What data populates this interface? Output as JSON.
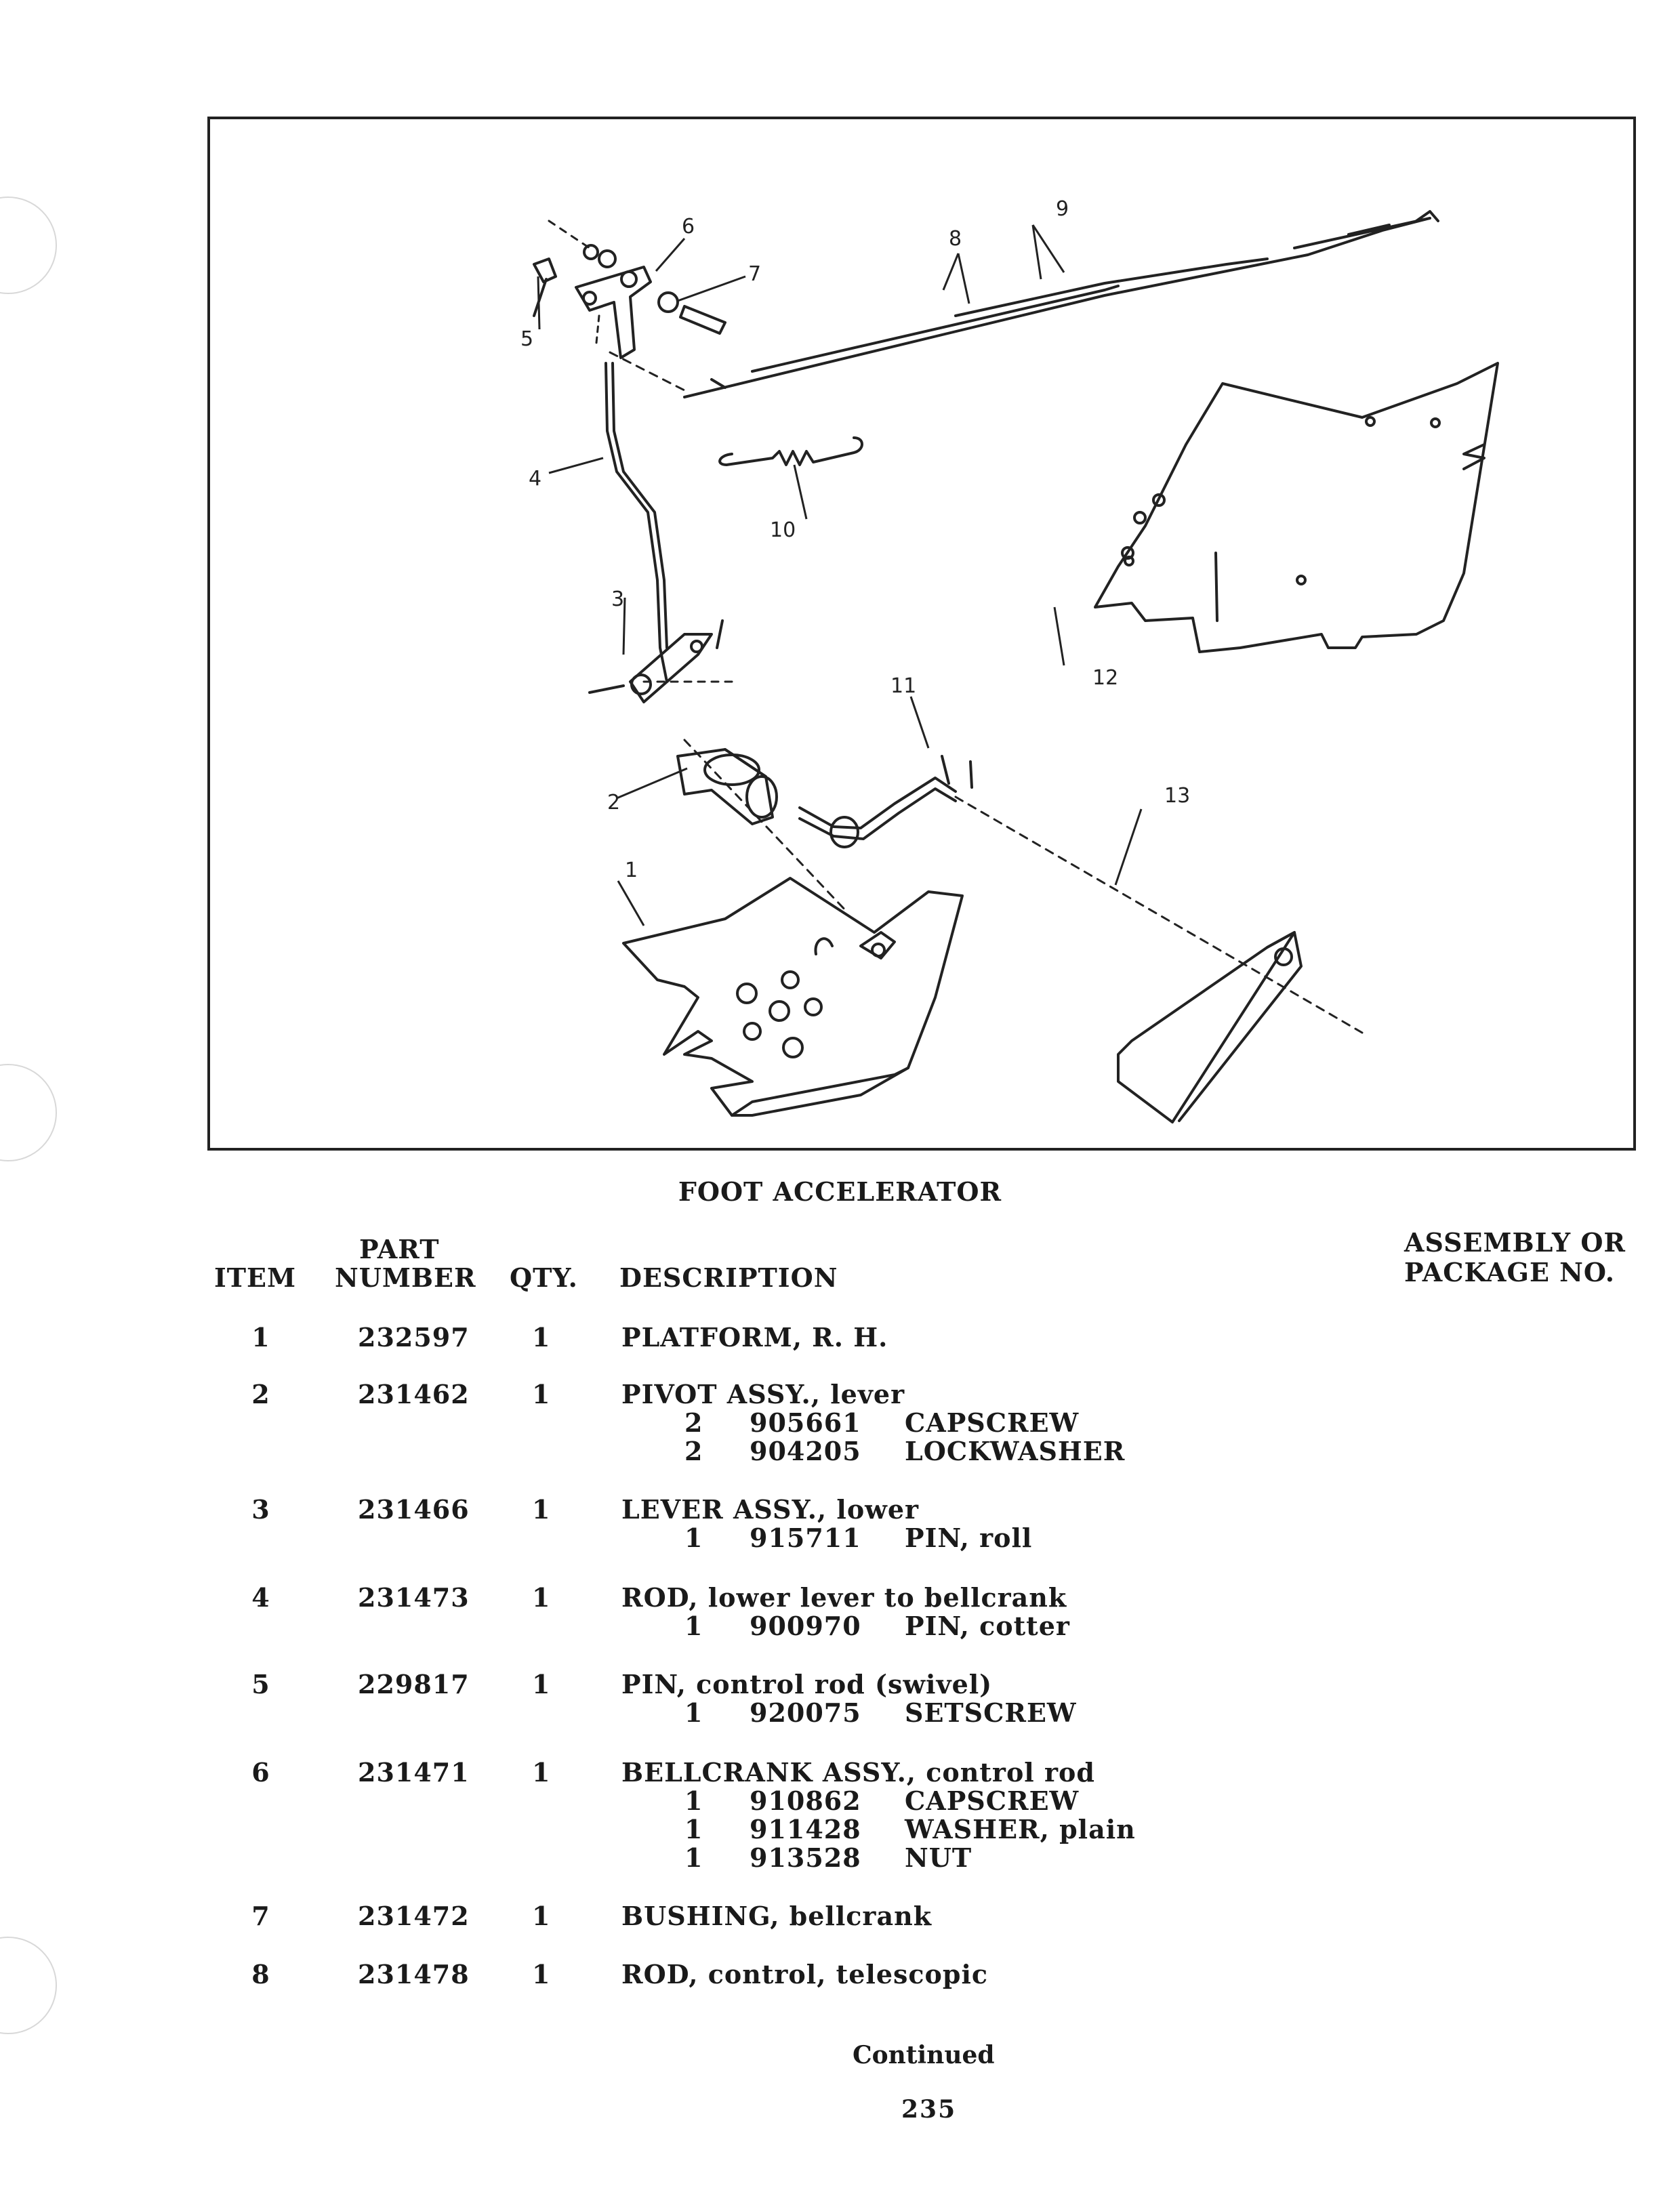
{
  "figure": {
    "callouts": [
      "1",
      "2",
      "3",
      "4",
      "5",
      "6",
      "7",
      "8",
      "9",
      "10",
      "11",
      "12",
      "13"
    ]
  },
  "caption": "FOOT ACCELERATOR",
  "table": {
    "headers": {
      "item": "ITEM",
      "part_line1": "PART",
      "part_line2": "NUMBER",
      "qty": "QTY.",
      "description": "DESCRIPTION",
      "assembly_line1": "ASSEMBLY OR",
      "assembly_line2": "PACKAGE NO."
    },
    "rows": [
      {
        "item": "1",
        "part": "232597",
        "qty": "1",
        "description": "PLATFORM, R. H.",
        "sub": []
      },
      {
        "item": "2",
        "part": "231462",
        "qty": "1",
        "description": "PIVOT ASSY., lever",
        "sub": [
          {
            "qty": "2",
            "part": "905661",
            "description": "CAPSCREW"
          },
          {
            "qty": "2",
            "part": "904205",
            "description": "LOCKWASHER"
          }
        ]
      },
      {
        "item": "3",
        "part": "231466",
        "qty": "1",
        "description": "LEVER ASSY., lower",
        "sub": [
          {
            "qty": "1",
            "part": "915711",
            "description": "PIN, roll"
          }
        ]
      },
      {
        "item": "4",
        "part": "231473",
        "qty": "1",
        "description": "ROD, lower lever to bellcrank",
        "sub": [
          {
            "qty": "1",
            "part": "900970",
            "description": "PIN, cotter"
          }
        ]
      },
      {
        "item": "5",
        "part": "229817",
        "qty": "1",
        "description": "PIN, control rod (swivel)",
        "sub": [
          {
            "qty": "1",
            "part": "920075",
            "description": "SETSCREW"
          }
        ]
      },
      {
        "item": "6",
        "part": "231471",
        "qty": "1",
        "description": "BELLCRANK ASSY., control rod",
        "sub": [
          {
            "qty": "1",
            "part": "910862",
            "description": "CAPSCREW"
          },
          {
            "qty": "1",
            "part": "911428",
            "description": "WASHER, plain"
          },
          {
            "qty": "1",
            "part": "913528",
            "description": "NUT"
          }
        ]
      },
      {
        "item": "7",
        "part": "231472",
        "qty": "1",
        "description": "BUSHING, bellcrank",
        "sub": []
      },
      {
        "item": "8",
        "part": "231478",
        "qty": "1",
        "description": "ROD, control, telescopic",
        "sub": []
      }
    ]
  },
  "footer": {
    "continued": "Continued",
    "page_number": "235"
  }
}
